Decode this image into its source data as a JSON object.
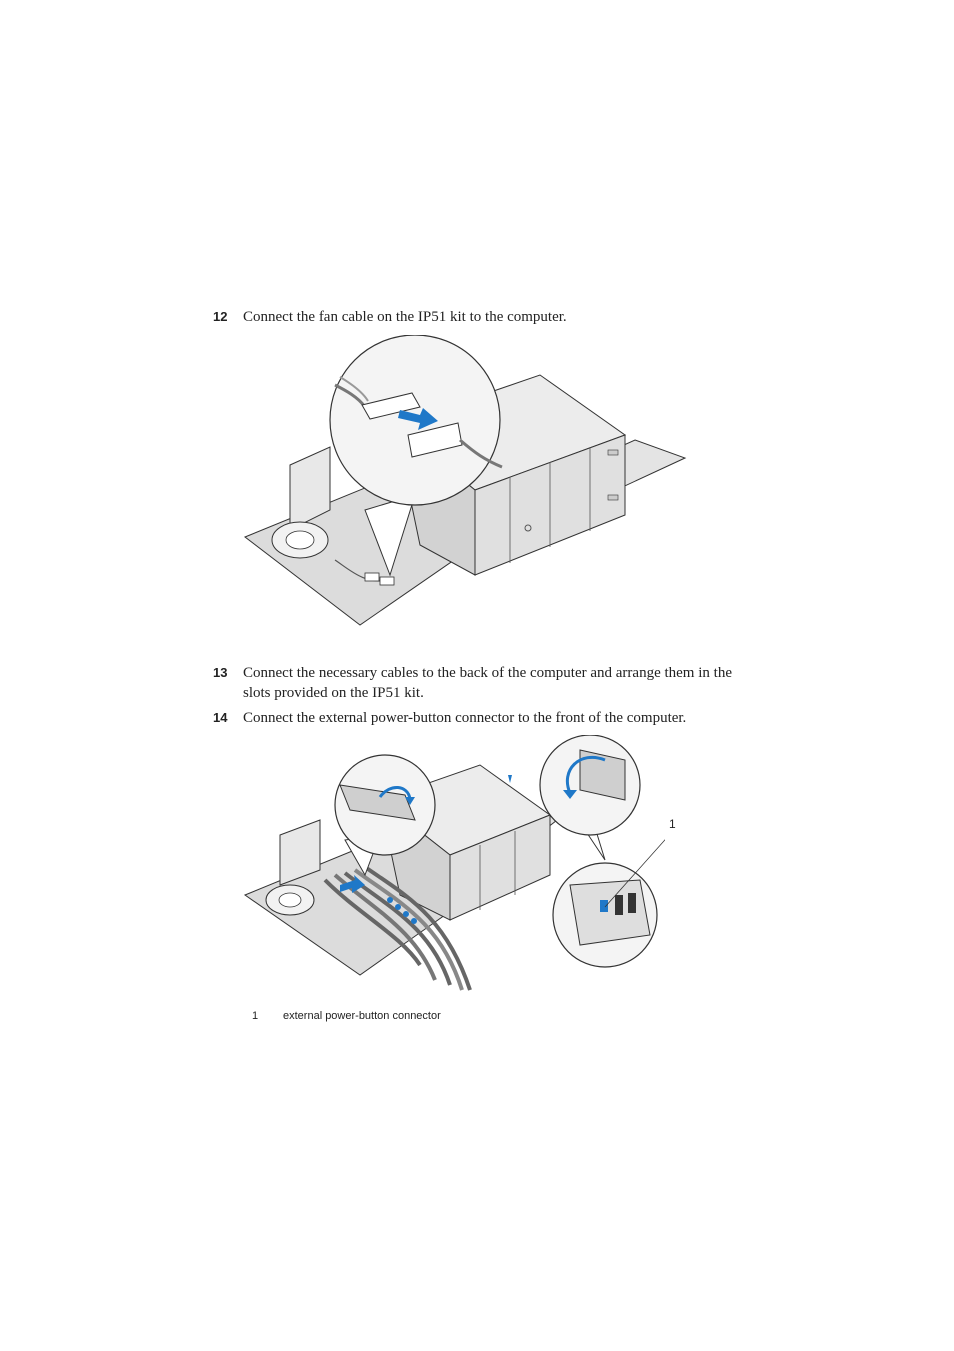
{
  "steps": [
    {
      "number": "12",
      "text": "Connect the fan cable on the IP51 kit to the computer."
    },
    {
      "number": "13",
      "text": "Connect the necessary cables to the back of the computer and arrange them in the slots provided on the IP51 kit."
    },
    {
      "number": "14",
      "text": "Connect the external power-button connector to the front of the computer."
    }
  ],
  "figure2": {
    "callouts": [
      {
        "number": "1",
        "label": "external power-button connector"
      }
    ]
  },
  "colors": {
    "arrow": "#1f78c8",
    "line": "#333333",
    "fill": "#e6e6e6"
  }
}
